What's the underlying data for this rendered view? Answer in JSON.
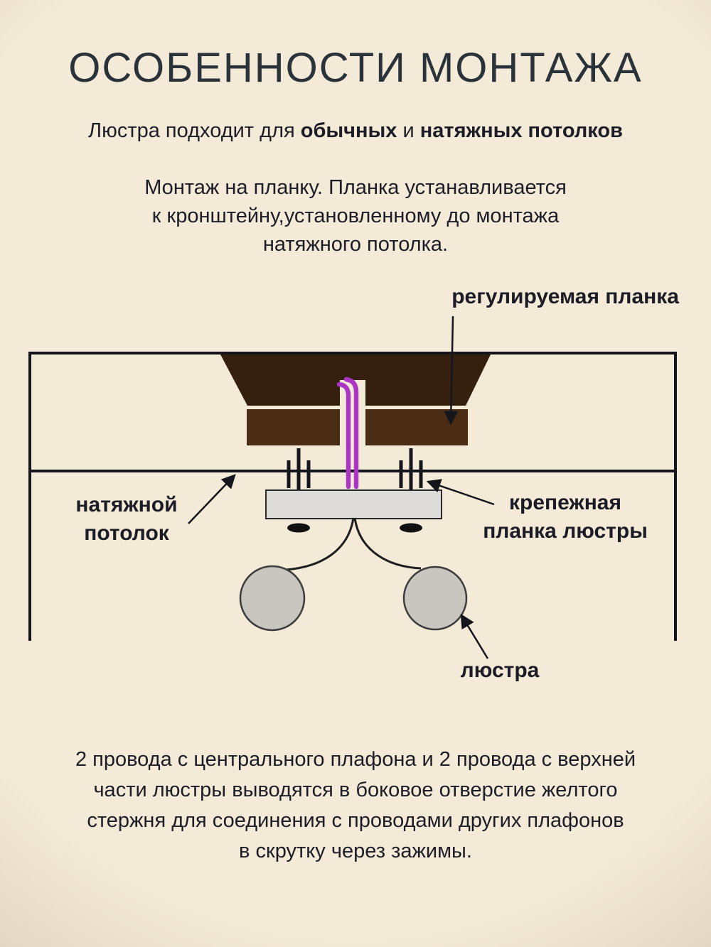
{
  "header": {
    "title": "ОСОБЕННОСТИ МОНТАЖА",
    "subtitle": {
      "pre": "Люстра подходит для ",
      "bold1": "обычных",
      "mid": " и ",
      "bold2": "натяжных потолков"
    }
  },
  "intro": {
    "text": "Монтаж на планку. Планка устанавливается\nк кронштейну,установленному до монтажа\nнатяжного потолка."
  },
  "diagram": {
    "labels": {
      "adjustable_plank": "регулируемая планка",
      "stretch_ceiling_line1": "натяжной",
      "stretch_ceiling_line2": "потолок",
      "mount_plank_line1": "крепежная",
      "mount_plank_line2": "планка люстры",
      "chandelier": "люстра"
    },
    "colors": {
      "bracket": "#35200f",
      "plank": "#4b2d16",
      "notch": "#f4ead8",
      "wire": "#ab36c6",
      "mount_plank_fill": "#dedcd8",
      "chandelier_fill": "#c9c6c0",
      "line": "#15151c"
    }
  },
  "footer": {
    "text": "2 провода с центрального плафона и 2 провода с верхней\nчасти люстры выводятся в боковое отверстие желтого\nстержня для соединения с проводами других плафонов\nв скрутку через зажимы."
  },
  "page": {
    "background": "#f4ead8",
    "text_color": "#1d1d27"
  }
}
